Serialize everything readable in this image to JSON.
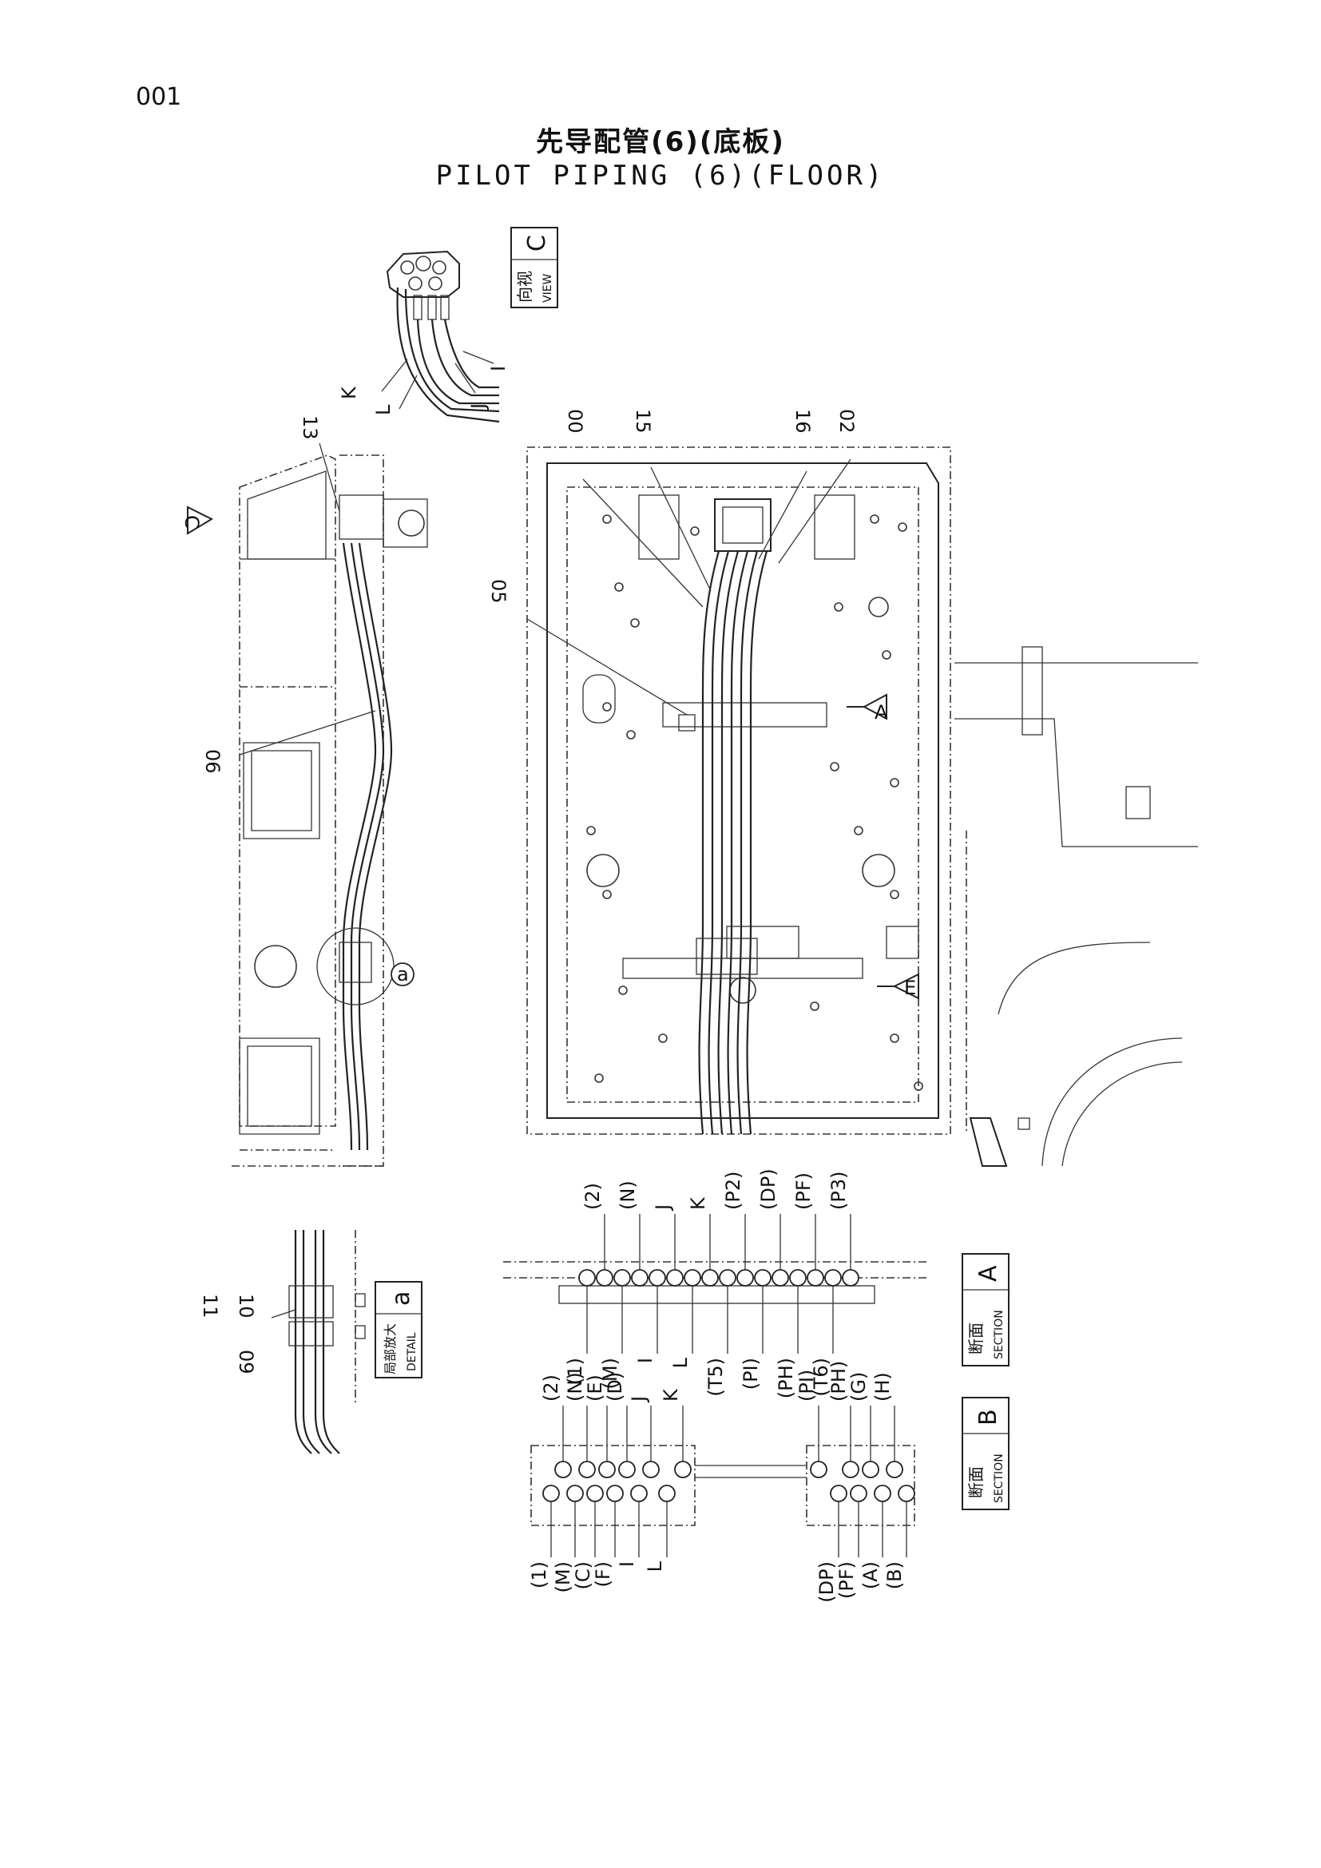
{
  "page_number": "001",
  "title_cn": "先导配管(6)(底板)",
  "title_en": "PILOT PIPING (6)(FLOOR)",
  "part_numbers": {
    "p00": "00",
    "p15": "15",
    "p16": "16",
    "p02": "02",
    "p05": "05",
    "p06": "06",
    "p13": "13",
    "p11": "11",
    "p10": "10",
    "p09": "09"
  },
  "view_c": {
    "cn": "向视",
    "en": "VIEW",
    "letter": "C",
    "hose_labels": [
      "K",
      "L",
      "J",
      "I"
    ]
  },
  "markers": {
    "a": "a",
    "arrow_a": "A",
    "arrow_e": "E",
    "arrow_c": "C"
  },
  "detail_a": {
    "cn": "局部放大",
    "en": "DETAIL",
    "letter": "a"
  },
  "section_a": {
    "cn": "断面",
    "en": "SECTION",
    "letter": "A",
    "top_labels": [
      "(2)",
      "(N)",
      "J",
      "K",
      "(P2)",
      "(DP)",
      "(PF)",
      "(P3)"
    ],
    "bottom_labels": [
      "(1)",
      "(M)",
      "I",
      "L",
      "(T5)",
      "(PI)",
      "(PH)",
      "(T6)"
    ]
  },
  "section_b": {
    "cn": "断面",
    "en": "SECTION",
    "letter": "B",
    "left_top_labels": [
      "(2)",
      "(N)",
      "(E)",
      "(D)",
      "J",
      "K"
    ],
    "left_bottom_labels": [
      "(1)",
      "(M)",
      "(C)",
      "(F)",
      "I",
      "L"
    ],
    "right_top_labels": [
      "(PI)",
      "(PH)",
      "(G)",
      "(H)"
    ],
    "right_bottom_labels": [
      "(DP)",
      "(PF)",
      "(A)",
      "(B)"
    ]
  }
}
